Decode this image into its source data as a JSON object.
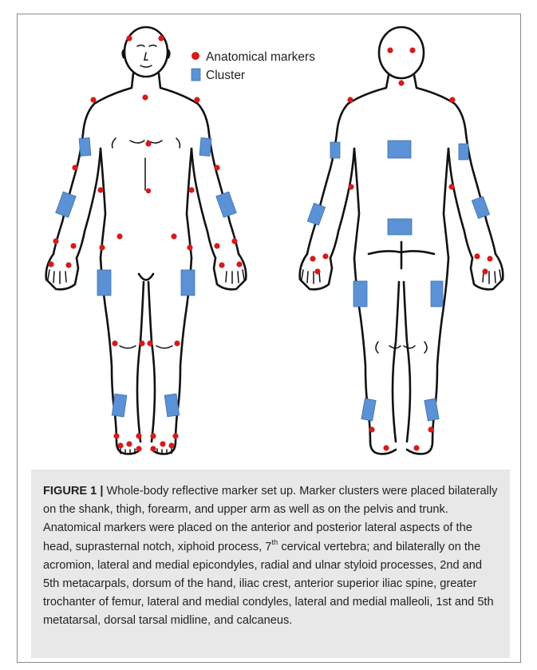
{
  "legend": {
    "marker_label": "Anatomical markers",
    "cluster_label": "Cluster",
    "marker_color": "#d61a1a",
    "cluster_color": "#5b92d6"
  },
  "caption": {
    "label": "FIGURE 1 |",
    "text_a": " Whole-body reflective marker set up. Marker clusters were placed bilaterally on the shank, thigh, forearm, and upper arm as well as on the pelvis and trunk. Anatomical markers were placed on the anterior and posterior lateral aspects of the head, suprasternal notch, xiphoid process, 7",
    "sup": "th",
    "text_b": " cervical vertebra; and bilaterally on the acromion, lateral and medial epicondyles, radial and ulnar styloid processes, 2nd and 5th metacarpals, dorsum of the hand, iliac crest, anterior superior iliac spine, greater trochanter of femur, lateral and medial condyles, lateral and medial malleoli, 1st and 5th metatarsal, dorsal tarsal midline, and calcaneus."
  }
}
